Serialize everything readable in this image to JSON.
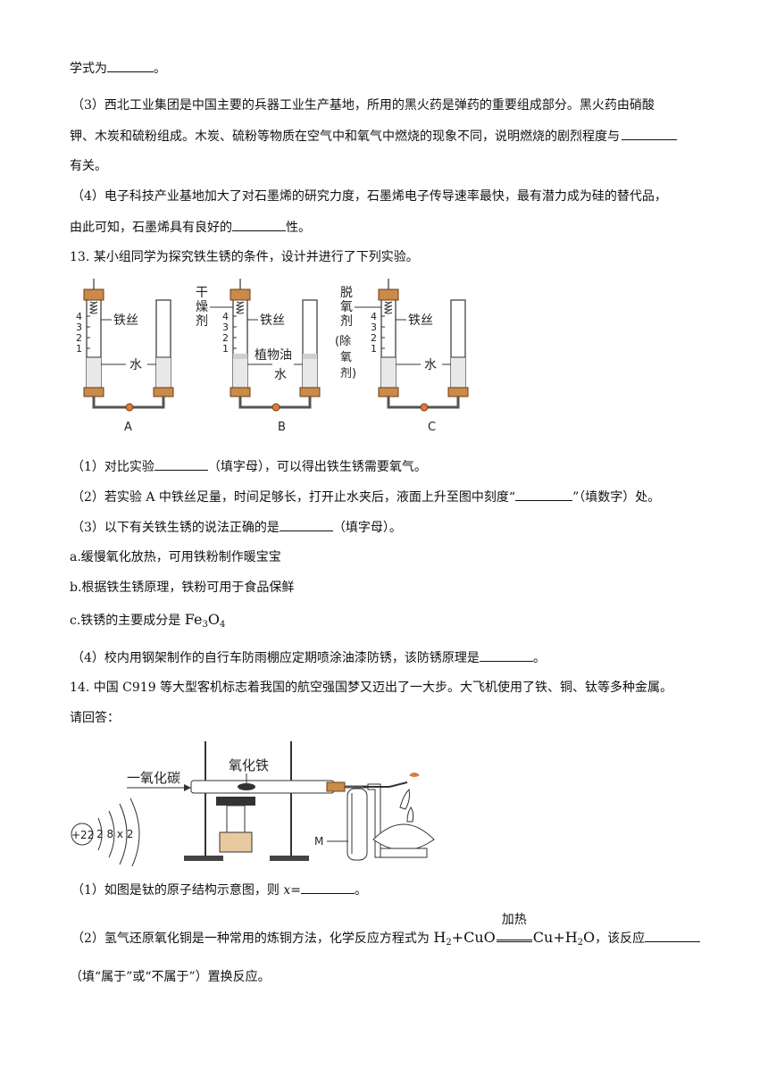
{
  "lines": {
    "l1a": "学式为",
    "l1b": "。",
    "q3_a": "（3）西北工业集团是中国主要的兵器工业生产基地，所用的黑火药是弹药的重要组成部分。黑火药由硝酸",
    "q3_b": "钾、木炭和硫粉组成。木炭、硫粉等物质在空气中和氧气中燃烧的现象不同，说明燃烧的剧烈程度与",
    "q3_c": "有关。",
    "q4_a": "（4）电子科技产业基地加大了对石墨烯的研究力度，石墨烯电子传导速率最快，最有潜力成为硅的替代品，",
    "q4_b1": "由此可知，石墨烯具有良好的",
    "q4_b2": "性。",
    "q13": "13. 某小组同学为探究铁生锈的条件，设计并进行了下列实验。",
    "q13_1a": "（1）对比实验",
    "q13_1b": "（填字母），可以得出铁生锈需要氧气。",
    "q13_2a": "（2）若实验 A 中铁丝足量，时间足够长，打开止水夹后，液面上升至图中刻度“",
    "q13_2b": "”（填数字）处。",
    "q13_3a": "（3）以下有关铁生锈的说法正确的是",
    "q13_3b": "（填字母）。",
    "opt_a": "a.缓慢氧化放热，可用铁粉制作暖宝宝",
    "opt_b": "b.根据铁生锈原理，铁粉可用于食品保鲜",
    "opt_c1": "c.铁锈的主要成分是 ",
    "opt_c_fe": "Fe",
    "opt_c_3": "3",
    "opt_c_o": "O",
    "opt_c_4": "4",
    "q13_4a": "（4）校内用钢架制作的自行车防雨棚应定期喷涂油漆防锈，该防锈原理是",
    "q13_4b": "。",
    "q14_a": "14. 中国 C919 等大型客机标志着我国的航空强国梦又迈出了一大步。大飞机使用了铁、铜、钛等多种金属。",
    "q14_b": "请回答：",
    "q14_1a": "（1）如图是钛的原子结构示意图，则 ",
    "q14_1x": "x",
    "q14_1b": "=",
    "q14_1c": "。",
    "q14_2a": "（2）氢气还原氧化铜是一种常用的炼铜方法，化学反应方程式为 ",
    "q14_2_h": "H",
    "q14_2_2": "2",
    "q14_2_cuo": "+CuO",
    "q14_2_cond": "加热",
    "q14_2_cu": "Cu+H",
    "q14_2_2b": "2",
    "q14_2_o": "O",
    "q14_2b": "，该反应",
    "q14_2c": "（填“属于”或“不属于”）置换反应。"
  },
  "figure13": {
    "labels": {
      "iron_wire": "铁丝",
      "water": "水",
      "desiccant": [
        "干",
        "燥",
        "剂"
      ],
      "oil": "植物油",
      "deoxidizer": [
        "脱",
        "氧",
        "剂"
      ],
      "deoxidizer_note": [
        "(除",
        "氧",
        "剂)"
      ],
      "scale": [
        "4",
        "3",
        "2",
        "1"
      ],
      "captions": [
        "A",
        "B",
        "C"
      ]
    }
  },
  "figure14": {
    "labels": {
      "co": "一氧化碳",
      "fe2o3": "氧化铁",
      "m": "M",
      "nucleus": "+22",
      "shells": "2 8 x 2"
    }
  }
}
